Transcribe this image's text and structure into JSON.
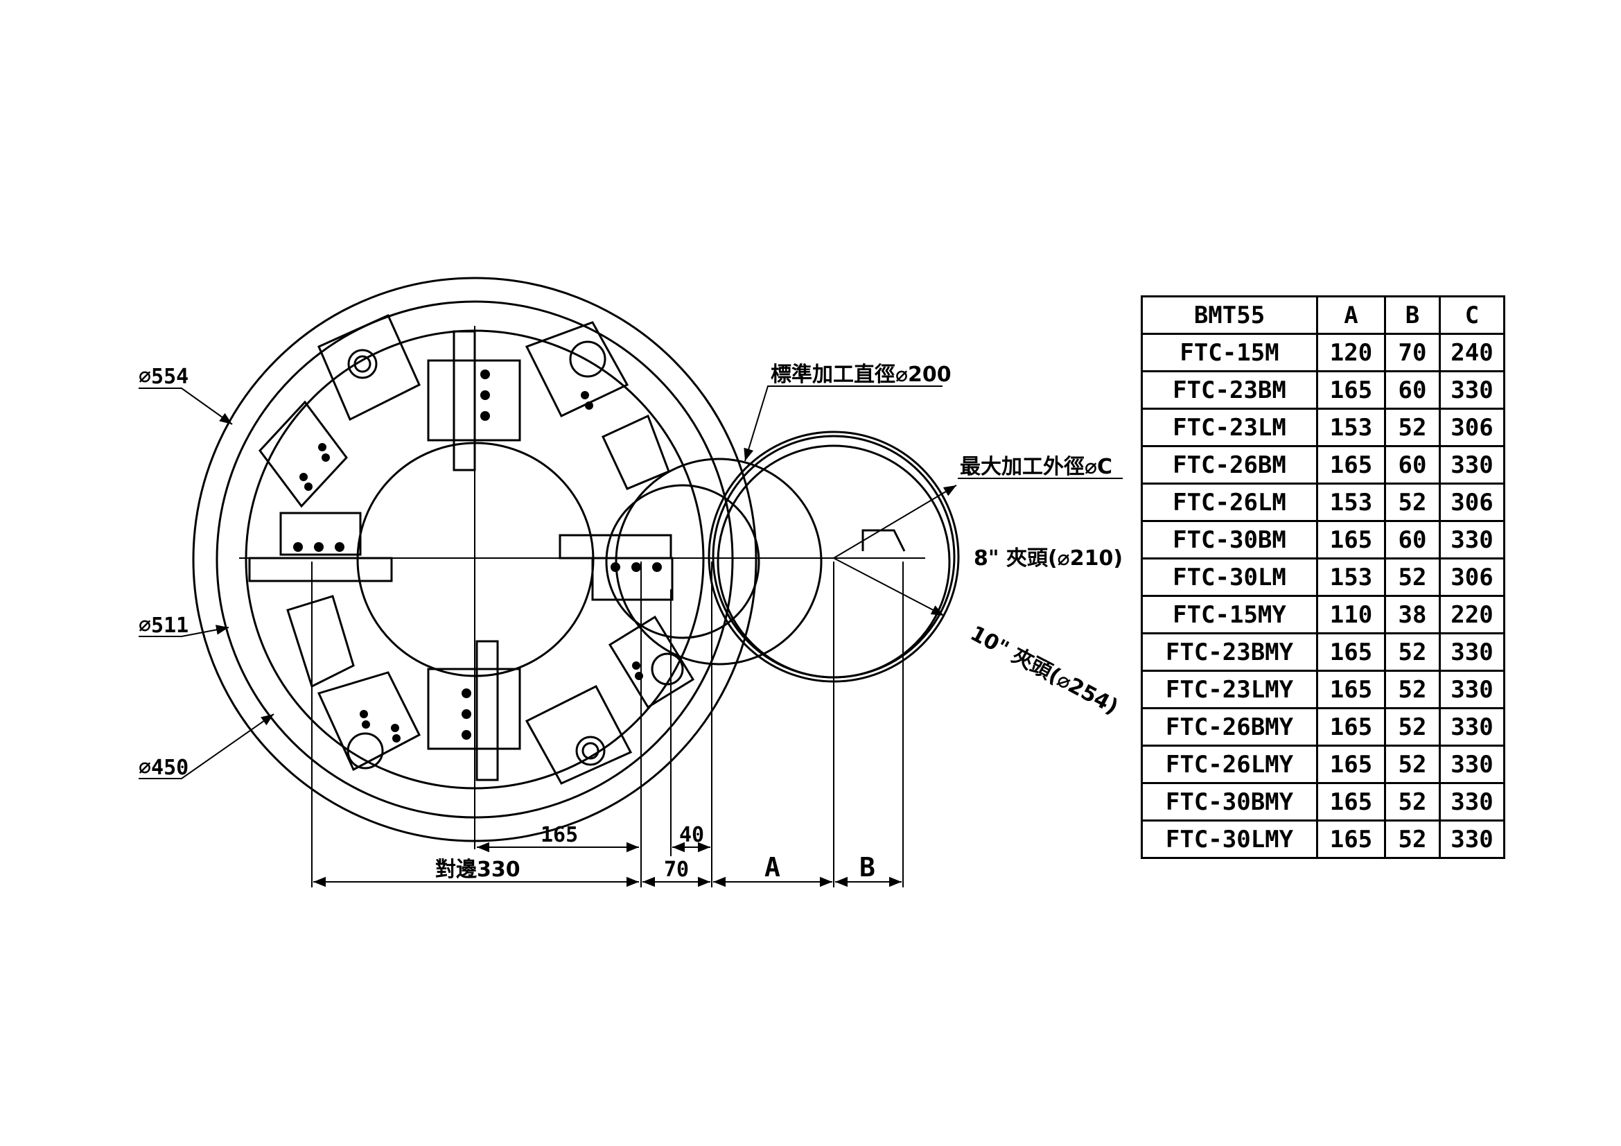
{
  "labels": {
    "dia_outer": "⌀554",
    "dia_mid": "⌀511",
    "dia_inner": "⌀450",
    "std_dia": "標準加工直徑⌀200",
    "max_dia": "最大加工外徑⌀C",
    "chuck8": "8\" 夾頭(⌀210)",
    "chuck10": "10\" 夾頭(⌀254)",
    "dim165": "165",
    "dim40": "40",
    "dim330": "對邊330",
    "dim70": "70",
    "dimA": "A",
    "dimB": "B"
  },
  "table": {
    "headers": [
      "BMT55",
      "A",
      "B",
      "C"
    ],
    "rows": [
      [
        "FTC-15M",
        "120",
        "70",
        "240"
      ],
      [
        "FTC-23BM",
        "165",
        "60",
        "330"
      ],
      [
        "FTC-23LM",
        "153",
        "52",
        "306"
      ],
      [
        "FTC-26BM",
        "165",
        "60",
        "330"
      ],
      [
        "FTC-26LM",
        "153",
        "52",
        "306"
      ],
      [
        "FTC-30BM",
        "165",
        "60",
        "330"
      ],
      [
        "FTC-30LM",
        "153",
        "52",
        "306"
      ],
      [
        "FTC-15MY",
        "110",
        "38",
        "220"
      ],
      [
        "FTC-23BMY",
        "165",
        "52",
        "330"
      ],
      [
        "FTC-23LMY",
        "165",
        "52",
        "330"
      ],
      [
        "FTC-26BMY",
        "165",
        "52",
        "330"
      ],
      [
        "FTC-26LMY",
        "165",
        "52",
        "330"
      ],
      [
        "FTC-30BMY",
        "165",
        "52",
        "330"
      ],
      [
        "FTC-30LMY",
        "165",
        "52",
        "330"
      ]
    ]
  }
}
